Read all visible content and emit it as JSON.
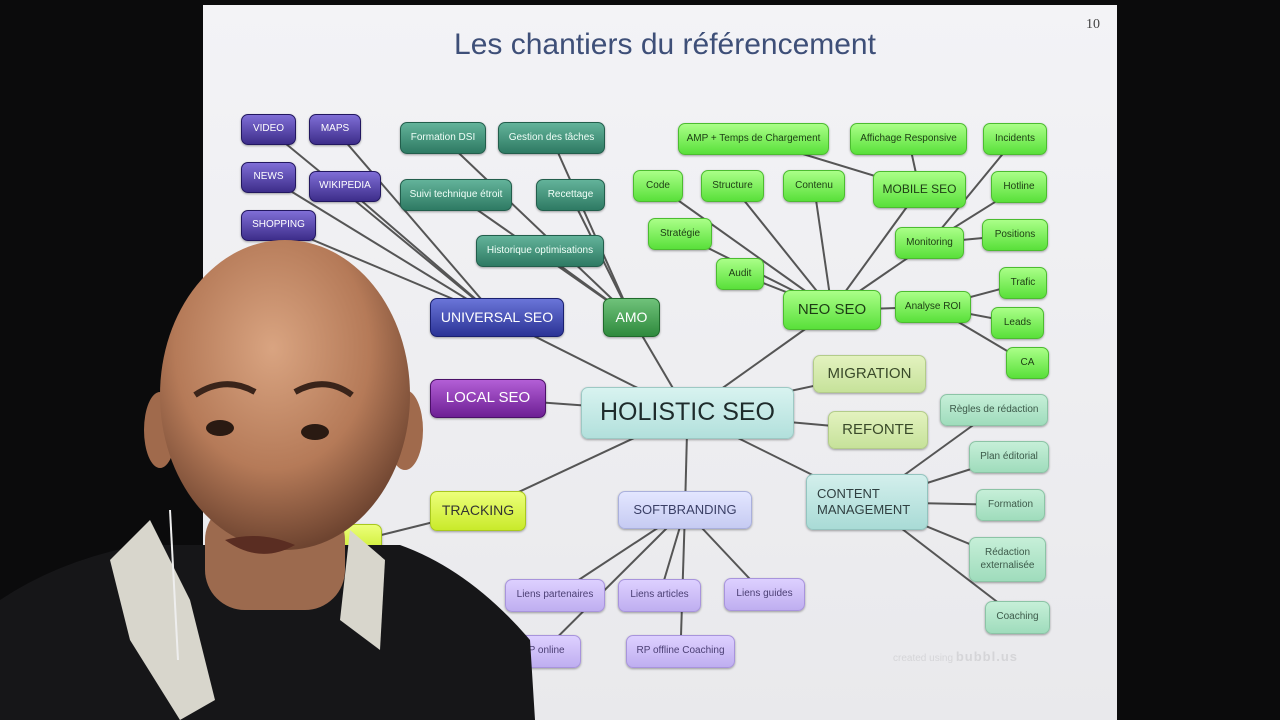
{
  "slide": {
    "title": "Les chantiers du référencement",
    "page_number": "10",
    "watermark_prefix": "created using",
    "watermark_brand": "bubbl.us"
  },
  "colors": {
    "background": "#0b0b0c",
    "slide": "#efeff2",
    "title": "#3e4f78",
    "edge": "#555555"
  },
  "nodes": [
    {
      "id": "holistic",
      "label": "HOLISTIC SEO",
      "style": "holistic"
    },
    {
      "id": "universal",
      "label": "UNIVERSAL SEO",
      "style": "blue"
    },
    {
      "id": "video",
      "label": "VIDEO",
      "style": "purple"
    },
    {
      "id": "maps",
      "label": "MAPS",
      "style": "purple"
    },
    {
      "id": "news",
      "label": "NEWS",
      "style": "purple"
    },
    {
      "id": "wikipedia",
      "label": "WIKIPEDIA",
      "style": "purple"
    },
    {
      "id": "shopping",
      "label": "SHOPPING",
      "style": "purple"
    },
    {
      "id": "amo",
      "label": "AMO",
      "style": "amo"
    },
    {
      "id": "formdsi",
      "label": "Formation DSI",
      "style": "teal"
    },
    {
      "id": "gestion",
      "label": "Gestion des tâches",
      "style": "teal"
    },
    {
      "id": "suivi",
      "label": "Suivi technique étroit",
      "style": "teal"
    },
    {
      "id": "recettage",
      "label": "Recettage",
      "style": "teal"
    },
    {
      "id": "historique",
      "label": "Historique optimisations",
      "style": "teal"
    },
    {
      "id": "neo",
      "label": "NEO SEO",
      "style": "green big"
    },
    {
      "id": "mobile",
      "label": "MOBILE SEO",
      "style": "green mid"
    },
    {
      "id": "amp",
      "label": "AMP + Temps de Chargement",
      "style": "green"
    },
    {
      "id": "affichage",
      "label": "Affichage  Responsive",
      "style": "green"
    },
    {
      "id": "incidents",
      "label": "Incidents",
      "style": "green"
    },
    {
      "id": "code",
      "label": "Code",
      "style": "green"
    },
    {
      "id": "structure",
      "label": "Structure",
      "style": "green"
    },
    {
      "id": "contenu",
      "label": "Contenu",
      "style": "green"
    },
    {
      "id": "hotline",
      "label": "Hotline",
      "style": "green"
    },
    {
      "id": "strategie",
      "label": "Stratégie",
      "style": "green"
    },
    {
      "id": "monitoring",
      "label": "Monitoring",
      "style": "green"
    },
    {
      "id": "positions",
      "label": "Positions",
      "style": "green"
    },
    {
      "id": "audit",
      "label": "Audit",
      "style": "green"
    },
    {
      "id": "roi",
      "label": "Analyse ROI",
      "style": "green"
    },
    {
      "id": "trafic",
      "label": "Trafic",
      "style": "green"
    },
    {
      "id": "leads",
      "label": "Leads",
      "style": "green"
    },
    {
      "id": "ca",
      "label": "CA",
      "style": "green"
    },
    {
      "id": "migration",
      "label": "MIGRATION",
      "style": "pale"
    },
    {
      "id": "refonte",
      "label": "REFONTE",
      "style": "pale"
    },
    {
      "id": "local",
      "label": "LOCAL SEO",
      "style": "magenta"
    },
    {
      "id": "tracking",
      "label": "TRACKING",
      "style": "yellow"
    },
    {
      "id": "trackchild",
      "label": "",
      "style": "yellow"
    },
    {
      "id": "softbranding",
      "label": "SOFTBRANDING",
      "style": "lavender"
    },
    {
      "id": "lpart",
      "label": "Liens partenaires",
      "style": "lilac"
    },
    {
      "id": "lart",
      "label": "Liens articles",
      "style": "lilac"
    },
    {
      "id": "lguides",
      "label": "Liens guides",
      "style": "lilac"
    },
    {
      "id": "rponline",
      "label": "RP online",
      "style": "lilac"
    },
    {
      "id": "rpoffline",
      "label": "RP offline Coaching",
      "style": "lilac"
    },
    {
      "id": "content",
      "label": "CONTENT MANAGEMENT",
      "style": "content"
    },
    {
      "id": "regles",
      "label": "Règles de rédaction",
      "style": "mint"
    },
    {
      "id": "plan",
      "label": "Plan éditorial",
      "style": "mint"
    },
    {
      "id": "formation",
      "label": "Formation",
      "style": "mint"
    },
    {
      "id": "redaction",
      "label": "Rédaction externalisée",
      "style": "mint"
    },
    {
      "id": "coaching",
      "label": "Coaching",
      "style": "mint"
    }
  ],
  "edges": [
    [
      "holistic",
      "universal"
    ],
    [
      "holistic",
      "amo"
    ],
    [
      "holistic",
      "neo"
    ],
    [
      "holistic",
      "migration"
    ],
    [
      "holistic",
      "refonte"
    ],
    [
      "holistic",
      "local"
    ],
    [
      "holistic",
      "tracking"
    ],
    [
      "holistic",
      "softbranding"
    ],
    [
      "holistic",
      "content"
    ],
    [
      "universal",
      "video"
    ],
    [
      "universal",
      "maps"
    ],
    [
      "universal",
      "news"
    ],
    [
      "universal",
      "wikipedia"
    ],
    [
      "universal",
      "shopping"
    ],
    [
      "amo",
      "formdsi"
    ],
    [
      "amo",
      "gestion"
    ],
    [
      "amo",
      "suivi"
    ],
    [
      "amo",
      "recettage"
    ],
    [
      "amo",
      "historique"
    ],
    [
      "neo",
      "mobile"
    ],
    [
      "neo",
      "code"
    ],
    [
      "neo",
      "structure"
    ],
    [
      "neo",
      "contenu"
    ],
    [
      "neo",
      "strategie"
    ],
    [
      "neo",
      "audit"
    ],
    [
      "neo",
      "monitoring"
    ],
    [
      "neo",
      "roi"
    ],
    [
      "mobile",
      "amp"
    ],
    [
      "mobile",
      "affichage"
    ],
    [
      "monitoring",
      "incidents"
    ],
    [
      "monitoring",
      "hotline"
    ],
    [
      "monitoring",
      "positions"
    ],
    [
      "roi",
      "trafic"
    ],
    [
      "roi",
      "leads"
    ],
    [
      "roi",
      "ca"
    ],
    [
      "tracking",
      "trackchild"
    ],
    [
      "softbranding",
      "lpart"
    ],
    [
      "softbranding",
      "lart"
    ],
    [
      "softbranding",
      "lguides"
    ],
    [
      "softbranding",
      "rponline"
    ],
    [
      "softbranding",
      "rpoffline"
    ],
    [
      "content",
      "regles"
    ],
    [
      "content",
      "plan"
    ],
    [
      "content",
      "formation"
    ],
    [
      "content",
      "redaction"
    ],
    [
      "content",
      "coaching"
    ]
  ]
}
